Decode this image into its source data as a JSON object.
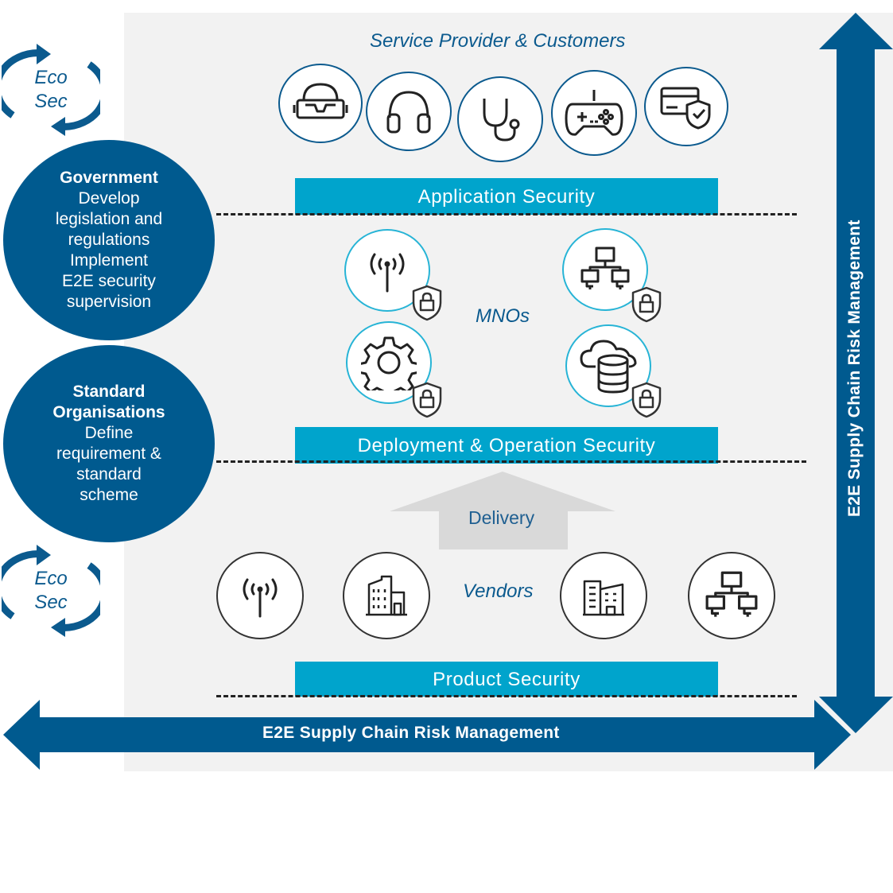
{
  "sections": {
    "service_title": "Service Provider & Customers",
    "mnos_title": "MNOs",
    "vendors_title": "Vendors"
  },
  "bands": {
    "application": "Application Security",
    "deployment": "Deployment & Operation Security",
    "product": "Product Security"
  },
  "delivery": "Delivery",
  "eco_sec": {
    "line1": "Eco",
    "line2": "Sec"
  },
  "government": {
    "title": "Government",
    "lines": [
      "Develop",
      "legislation and",
      "regulations",
      "Implement",
      "E2E security",
      "supervision"
    ]
  },
  "standards": {
    "title_line1": "Standard",
    "title_line2": "Organisations",
    "lines": [
      "Define",
      "requirement &",
      "standard",
      "scheme"
    ]
  },
  "risk_management": {
    "horizontal": "E2E Supply Chain Risk Management",
    "vertical": "E2E Supply Chain Risk Management"
  },
  "colors": {
    "navy": "#005a8f",
    "cyan_band": "#00a4cc",
    "panel": "#f2f2f2",
    "delivery_arrow": "#d9d9d9"
  },
  "icons": {
    "service": [
      "vr-headset-icon",
      "headphones-icon",
      "stethoscope-icon",
      "gamepad-icon",
      "secure-card-icon"
    ],
    "mnos": [
      "antenna-icon",
      "network-icon",
      "gear-icon",
      "cloud-database-icon"
    ],
    "vendors": [
      "antenna-icon",
      "building-icon",
      "factory-building-icon",
      "network-icon"
    ]
  }
}
